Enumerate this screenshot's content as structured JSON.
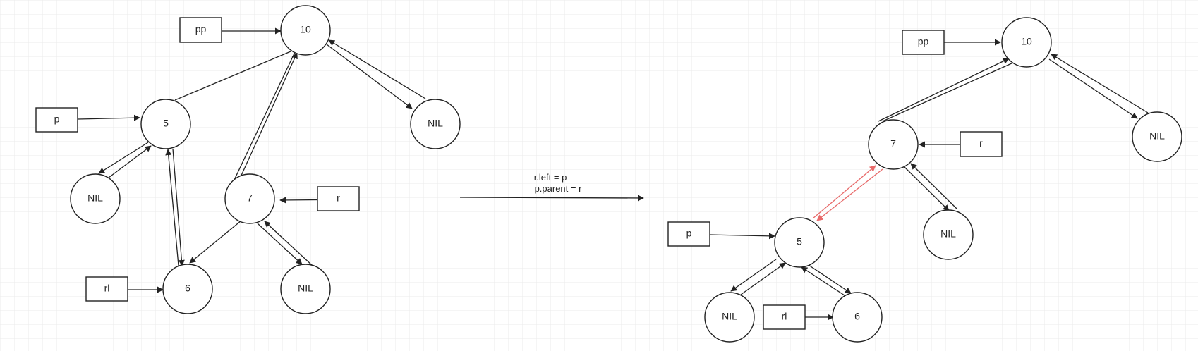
{
  "caption": {
    "line1": "r.left = p",
    "line2": "p.parent = r"
  },
  "colors": {
    "grid": "#e6e6e6",
    "stroke": "#222222",
    "highlight": "#e86a6a"
  },
  "before": {
    "nodes": {
      "n10": "10",
      "n5": "5",
      "n7": "7",
      "n6": "6",
      "nil_a": "NIL",
      "nil_b": "NIL",
      "nil_c": "NIL"
    },
    "pointers": {
      "pp": "pp",
      "p": "p",
      "r": "r",
      "rl": "rl"
    }
  },
  "after": {
    "nodes": {
      "n10": "10",
      "n7": "7",
      "n5": "5",
      "n6": "6",
      "nil_a": "NIL",
      "nil_b": "NIL",
      "nil_c": "NIL"
    },
    "pointers": {
      "pp": "pp",
      "r": "r",
      "p": "p",
      "rl": "rl"
    }
  }
}
